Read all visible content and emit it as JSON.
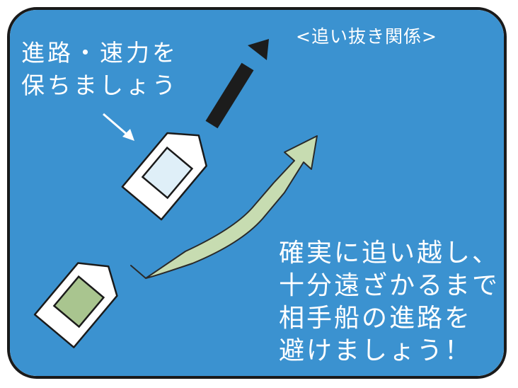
{
  "colors": {
    "water": "#3b92d0",
    "frame": "#1a1a1a",
    "text": "#ffffff",
    "boat_hull": "#ffffff",
    "front_boat_cabin": "#dfeff8",
    "rear_boat_cabin": "#a9c58f",
    "overtaking_path": "#c7dcb1",
    "course_arrow": "#1c1c1c"
  },
  "diagram": {
    "title": "<追い抜き関係>",
    "keep_course_note": [
      "進路・速力を",
      "保ちましょう"
    ],
    "avoid_note": [
      "確実に追い越し、",
      "十分遠ざかるまで",
      "相手船の進路を",
      "避けましょう！"
    ]
  },
  "icons": {
    "front_boat": "boat-top-view-icon",
    "rear_boat": "boat-top-view-icon",
    "course_arrow": "arrow-up-right-icon",
    "pointer_arrow": "arrow-down-right-icon",
    "overtaking_path": "curved-arrow-icon"
  }
}
